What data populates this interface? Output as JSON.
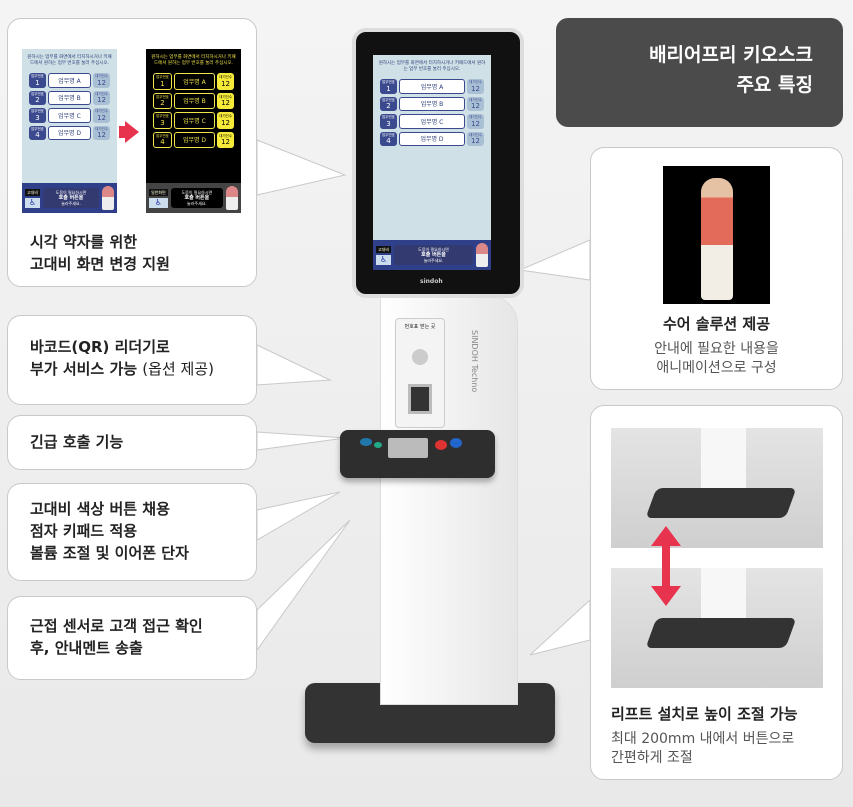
{
  "title": {
    "line1": "배리어프리 키오스크",
    "line2": "주요 특징"
  },
  "screen": {
    "message": "원하시는 업무를 화면에서 터치하시거나 키패드에서 원하는 업무 번호를 눌러 주십시오.",
    "num_label": "업무번호",
    "wait_label": "대기인수",
    "rows": [
      {
        "num": "1",
        "name": "업무명 A",
        "wait": "12"
      },
      {
        "num": "2",
        "name": "업무명 B",
        "wait": "12"
      },
      {
        "num": "3",
        "name": "업무명 C",
        "wait": "12"
      },
      {
        "num": "4",
        "name": "업무명 D",
        "wait": "12"
      }
    ],
    "contrast_button": "고대비",
    "normal_button": "일반화면",
    "help_line1": "도움이 필요하시면",
    "help_line2": "호출 버튼을",
    "help_line3": "눌러주세요.",
    "accessibility_icon": "♿",
    "brand": "sindoh"
  },
  "kiosk": {
    "ticket_label": "번호표 받는 곳",
    "side_brand": "SINDOH Techno"
  },
  "features_left": [
    {
      "line1": "시각 약자를 위한",
      "line2": "고대비 화면 변경 지원"
    },
    {
      "line1": "바코드(QR) 리더기로",
      "line2": "부가 서비스 가능",
      "line2_note": "(옵션 제공)"
    },
    {
      "line1": "긴급 호출 기능"
    },
    {
      "line1": "고대비 색상 버튼 채용",
      "line2": "점자  키패드 적용",
      "line3": "볼륨 조절 및 이어폰 단자"
    },
    {
      "line1": "근접 센서로 고객 접근 확인",
      "line2": "후, 안내멘트 송출"
    }
  ],
  "features_right": [
    {
      "title": "수어 솔루션 제공",
      "desc1": "안내에 필요한 내용을",
      "desc2": "애니메이션으로 구성"
    },
    {
      "title": "리프트 설치로 높이 조절 가능",
      "desc1": "최대 200mm 내에서 버튼으로",
      "desc2": "간편하게 조절"
    }
  ],
  "colors": {
    "arrow": "#e8334f",
    "title_bg": "#4b4b4b",
    "screen_blue": "#3b4a8f",
    "contrast_yellow": "#f2e54b"
  }
}
